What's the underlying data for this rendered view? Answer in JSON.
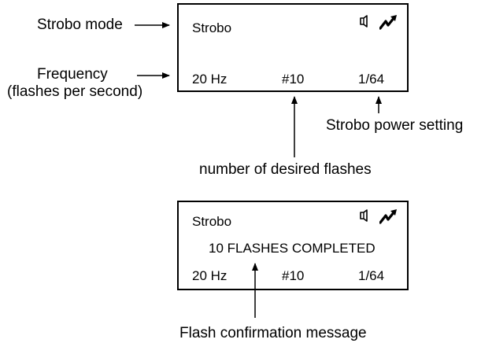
{
  "annotations": {
    "strobo_mode": "Strobo mode",
    "frequency_line1": "Frequency",
    "frequency_line2": "(flashes per second)",
    "power_setting": "Strobo power setting",
    "desired_flashes": "number of desired flashes",
    "confirmation": "Flash confirmation message"
  },
  "display_top": {
    "mode": "Strobo",
    "frequency": "20 Hz",
    "flash_count": "#10",
    "power": "1/64",
    "icons": [
      "speaker-icon",
      "flash-icon"
    ]
  },
  "display_bottom": {
    "mode": "Strobo",
    "message": "10 FLASHES COMPLETED",
    "frequency": "20 Hz",
    "flash_count": "#10",
    "power": "1/64",
    "icons": [
      "speaker-icon",
      "flash-icon"
    ]
  }
}
